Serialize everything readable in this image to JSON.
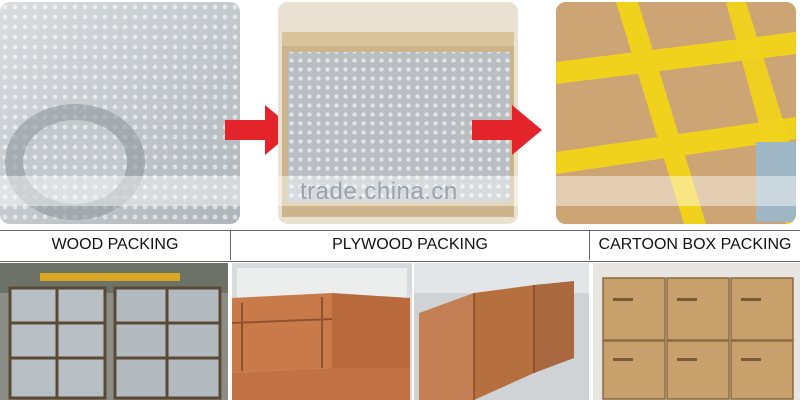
{
  "watermark": {
    "text": "trade.china.cn"
  },
  "labels": {
    "wood": "WOOD PACKING",
    "plywood": "PLYWOOD PACKING",
    "carton": "CARTOON BOX PACKING"
  },
  "colors": {
    "arrow": "#e3242b",
    "tape": "#f0d21c",
    "cardboard": "#c9a06e",
    "plywood": "#c97a4a"
  },
  "icons": [
    "arrow-right-icon",
    "arrow-right-icon"
  ]
}
